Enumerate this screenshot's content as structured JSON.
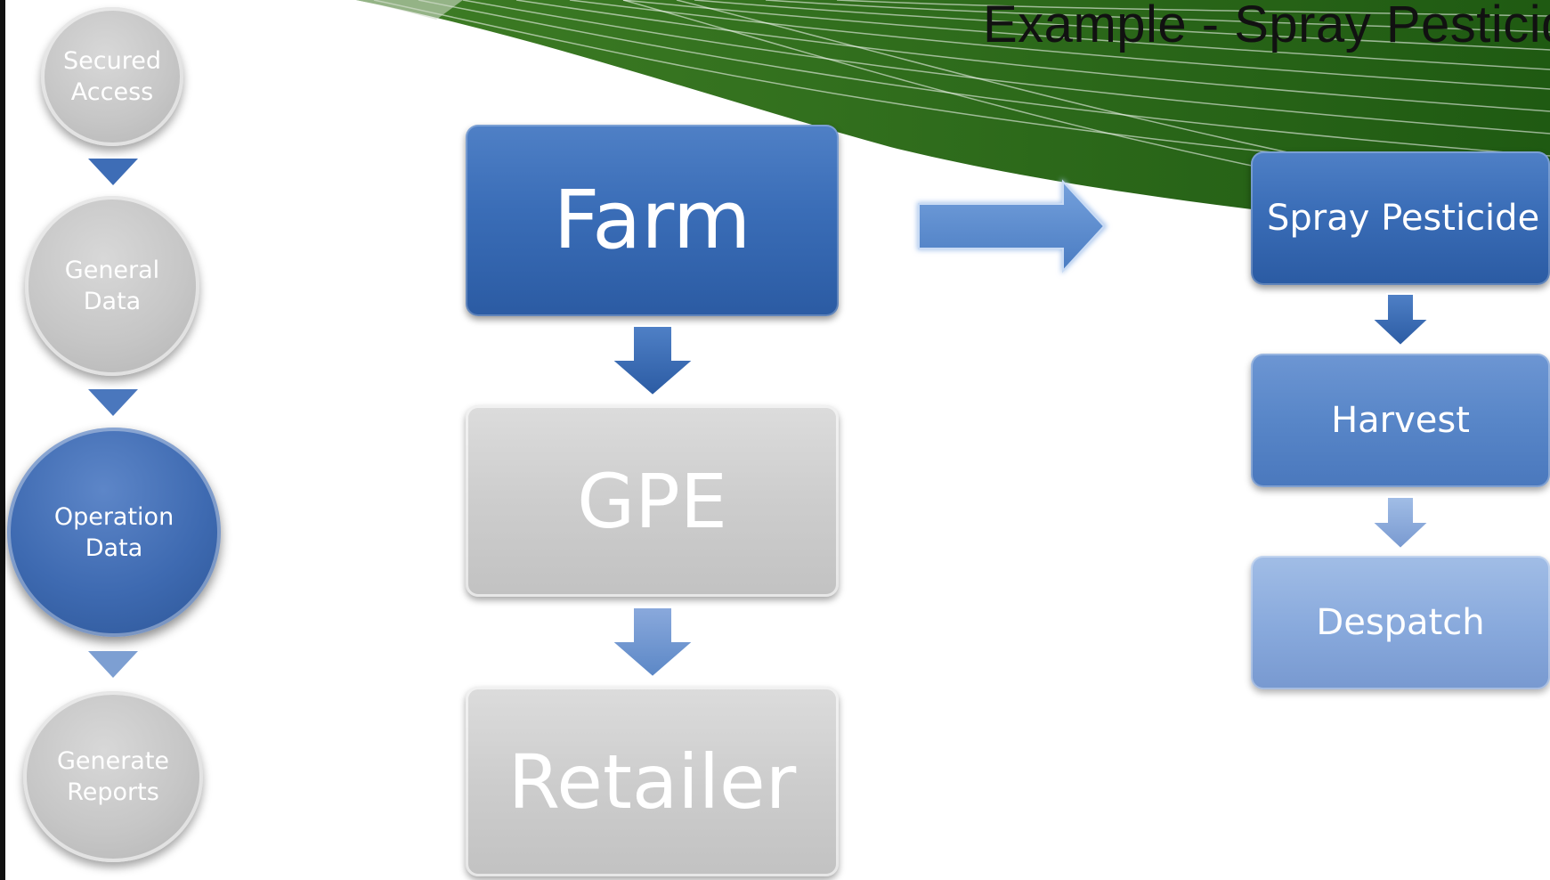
{
  "slide": {
    "title": "Example - Spray Pesticide"
  },
  "steps": [
    {
      "label": "Secured Access",
      "state": "inactive"
    },
    {
      "label": "General Data",
      "state": "inactive"
    },
    {
      "label": "Operation Data",
      "state": "active"
    },
    {
      "label": "Generate Reports",
      "state": "inactive"
    }
  ],
  "chain": [
    {
      "label": "Farm",
      "state": "active"
    },
    {
      "label": "GPE",
      "state": "inactive"
    },
    {
      "label": "Retailer",
      "state": "inactive"
    }
  ],
  "operations": [
    {
      "label": "Spray Pesticide"
    },
    {
      "label": "Harvest"
    },
    {
      "label": "Despatch"
    }
  ],
  "colors": {
    "active_blue": "#3a6db7",
    "inactive_grey": "#c8c8c8",
    "banner_green": "#2e6e1a"
  }
}
